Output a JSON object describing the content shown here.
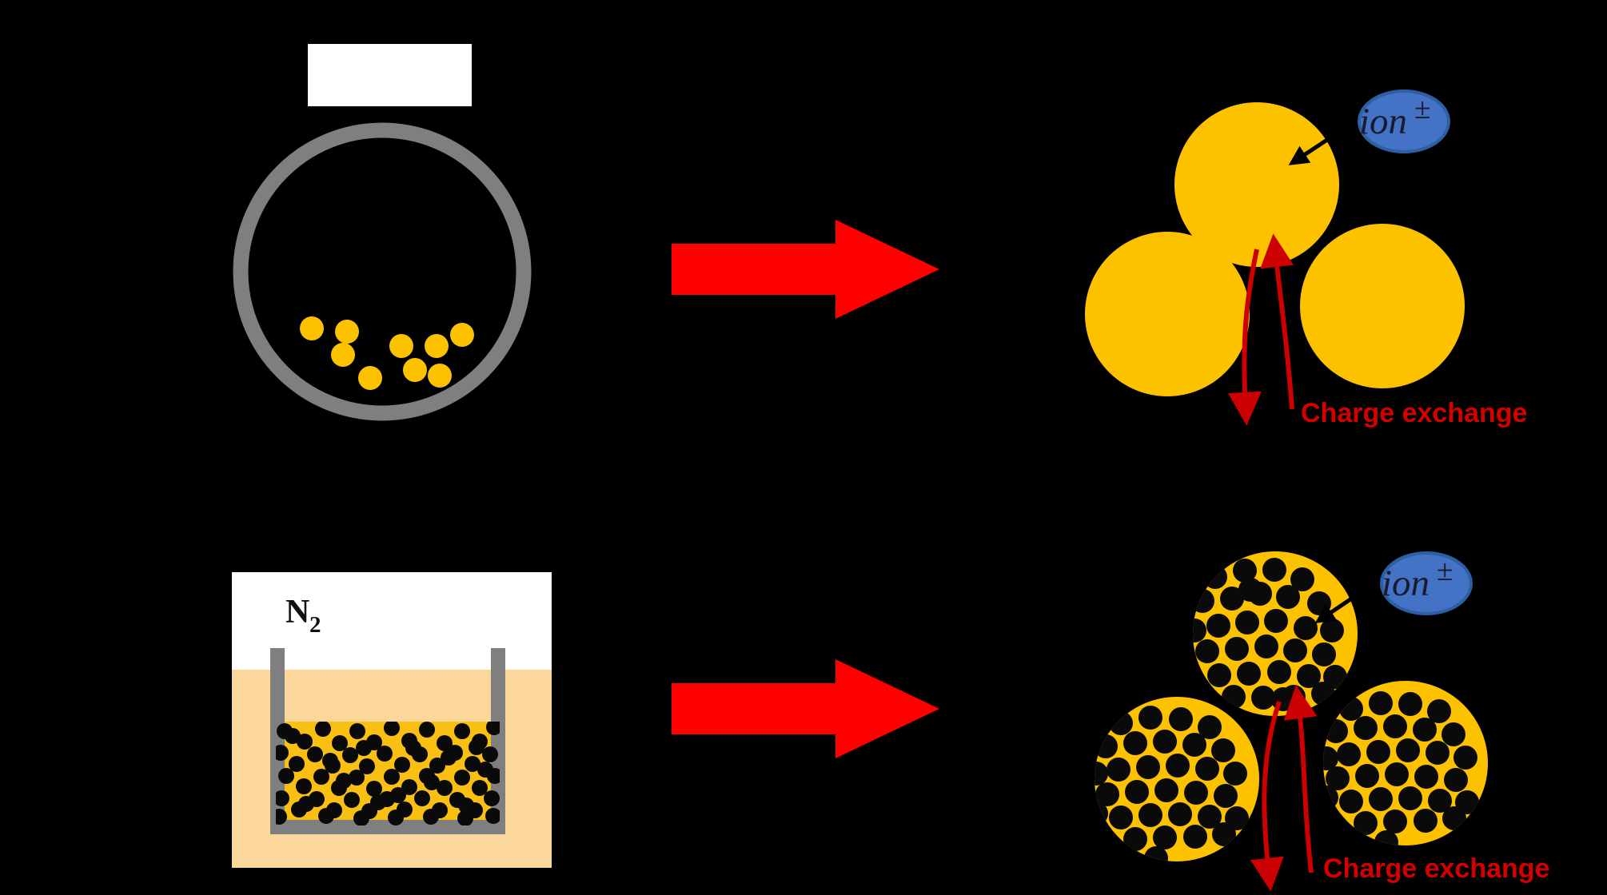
{
  "figure": {
    "background_color": "#000000",
    "title": "",
    "rows": [
      {
        "id": "row-top",
        "left_label": "",
        "description": "Empty vessel (circle) with few gold particles transforms into three bare gold spheres undergoing charge exchange."
      },
      {
        "id": "row-bottom",
        "left_label": "N2",
        "description": "Beaker in N2 atmosphere containing dense black particles in gold medium transforms into three gold spheres densely loaded with black particles undergoing charge exchange."
      }
    ]
  },
  "colors": {
    "background": "#000000",
    "gold": "#FCC200",
    "gold_particle": "#FCC200",
    "gray_vessel": "#7F7F7F",
    "white_panel": "#FFFFFF",
    "peach_liquid": "#FBD79B",
    "beaker_fill": "#F9C013",
    "black_particle": "#0A0A0A",
    "red_arrow": "#FF0000",
    "dark_red_arrow": "#CC0000",
    "ion_blue": "#4472C4",
    "ion_blue_stroke": "#2E5FA3",
    "charge_exchange_text": "#D40000",
    "black_pointer": "#000000"
  },
  "top_row": {
    "vessel": {
      "name": "round-bottom-vessel",
      "shape": "circle-outline",
      "outline_color": "#7F7F7F",
      "particle_count": 9,
      "particle_color": "#FCC200"
    },
    "white_panel": {
      "label": "",
      "fill": "#FFFFFF"
    },
    "process_arrow": {
      "label": "",
      "direction": "right",
      "color": "#FF0000"
    },
    "product": {
      "name": "bare-gold-spheres",
      "sphere_count": 3,
      "sphere_color": "#FCC200",
      "filled_with_particles": false
    },
    "ion_badge": {
      "label": "ion",
      "superscript": "±",
      "fill": "#4472C4"
    },
    "charge_exchange": {
      "label": "Charge exchange",
      "color": "#D40000",
      "arrow_count": 2
    }
  },
  "bottom_row": {
    "vessel": {
      "name": "beaker-in-bath",
      "atmosphere_label": "N₂",
      "atmosphere_formula_base": "N",
      "atmosphere_formula_sub": "2",
      "panel_fill": "#FFFFFF",
      "bath_fill": "#FBD79B",
      "beaker_wall_color": "#7F7F7F",
      "beaker_fill": "#F9C013",
      "particle_color": "#0A0A0A",
      "particle_count": 112
    },
    "process_arrow": {
      "label": "",
      "direction": "right",
      "color": "#FF0000"
    },
    "product": {
      "name": "particle-loaded-gold-spheres",
      "sphere_count": 3,
      "sphere_color": "#FCC200",
      "filled_with_particles": true,
      "particle_color": "#0A0A0A"
    },
    "ion_badge": {
      "label": "ion",
      "superscript": "±",
      "fill": "#4472C4"
    },
    "charge_exchange": {
      "label": "Charge exchange",
      "color": "#D40000",
      "arrow_count": 2
    }
  }
}
